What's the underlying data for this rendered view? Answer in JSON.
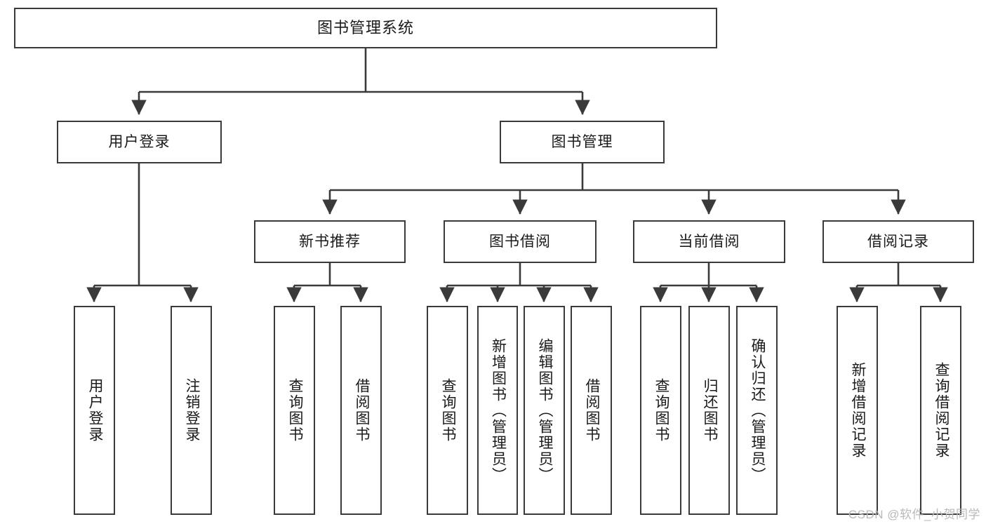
{
  "diagram": {
    "title": "图书管理系统",
    "type": "tree",
    "watermark": "CSDN @软件_小贺同学",
    "colors": {
      "box_border": "#3a3a3a",
      "box_fill": "#ffffff",
      "edge": "#3a3a3a",
      "text": "#1a1a1a",
      "watermark": "#b9b9b9"
    },
    "levels": {
      "root": {
        "label": "图书管理系统"
      },
      "level2": [
        {
          "id": "user_login",
          "label": "用户登录"
        },
        {
          "id": "book_mgmt",
          "label": "图书管理"
        }
      ],
      "level3": [
        {
          "id": "new_book_rec",
          "label": "新书推荐",
          "parent": "book_mgmt"
        },
        {
          "id": "book_borrow",
          "label": "图书借阅",
          "parent": "book_mgmt"
        },
        {
          "id": "current_borrow",
          "label": "当前借阅",
          "parent": "book_mgmt"
        },
        {
          "id": "borrow_record",
          "label": "借阅记录",
          "parent": "book_mgmt"
        }
      ],
      "leaves": [
        {
          "id": "leaf1",
          "label": "用户登录",
          "parent": "user_login"
        },
        {
          "id": "leaf2",
          "label": "注销登录",
          "parent": "user_login"
        },
        {
          "id": "leaf3",
          "label": "查询图书",
          "parent": "new_book_rec"
        },
        {
          "id": "leaf4",
          "label": "借阅图书",
          "parent": "new_book_rec"
        },
        {
          "id": "leaf5",
          "label": "查询图书",
          "parent": "book_borrow"
        },
        {
          "id": "leaf6",
          "label": "新增图书（管理员）",
          "parent": "book_borrow"
        },
        {
          "id": "leaf7",
          "label": "编辑图书（管理员）",
          "parent": "book_borrow"
        },
        {
          "id": "leaf8",
          "label": "借阅图书",
          "parent": "book_borrow"
        },
        {
          "id": "leaf9",
          "label": "查询图书",
          "parent": "current_borrow"
        },
        {
          "id": "leaf10",
          "label": "归还图书",
          "parent": "current_borrow"
        },
        {
          "id": "leaf11",
          "label": "确认归还（管理员）",
          "parent": "current_borrow"
        },
        {
          "id": "leaf12",
          "label": "新增借阅记录",
          "parent": "borrow_record"
        },
        {
          "id": "leaf13",
          "label": "查询借阅记录",
          "parent": "borrow_record"
        }
      ]
    }
  }
}
